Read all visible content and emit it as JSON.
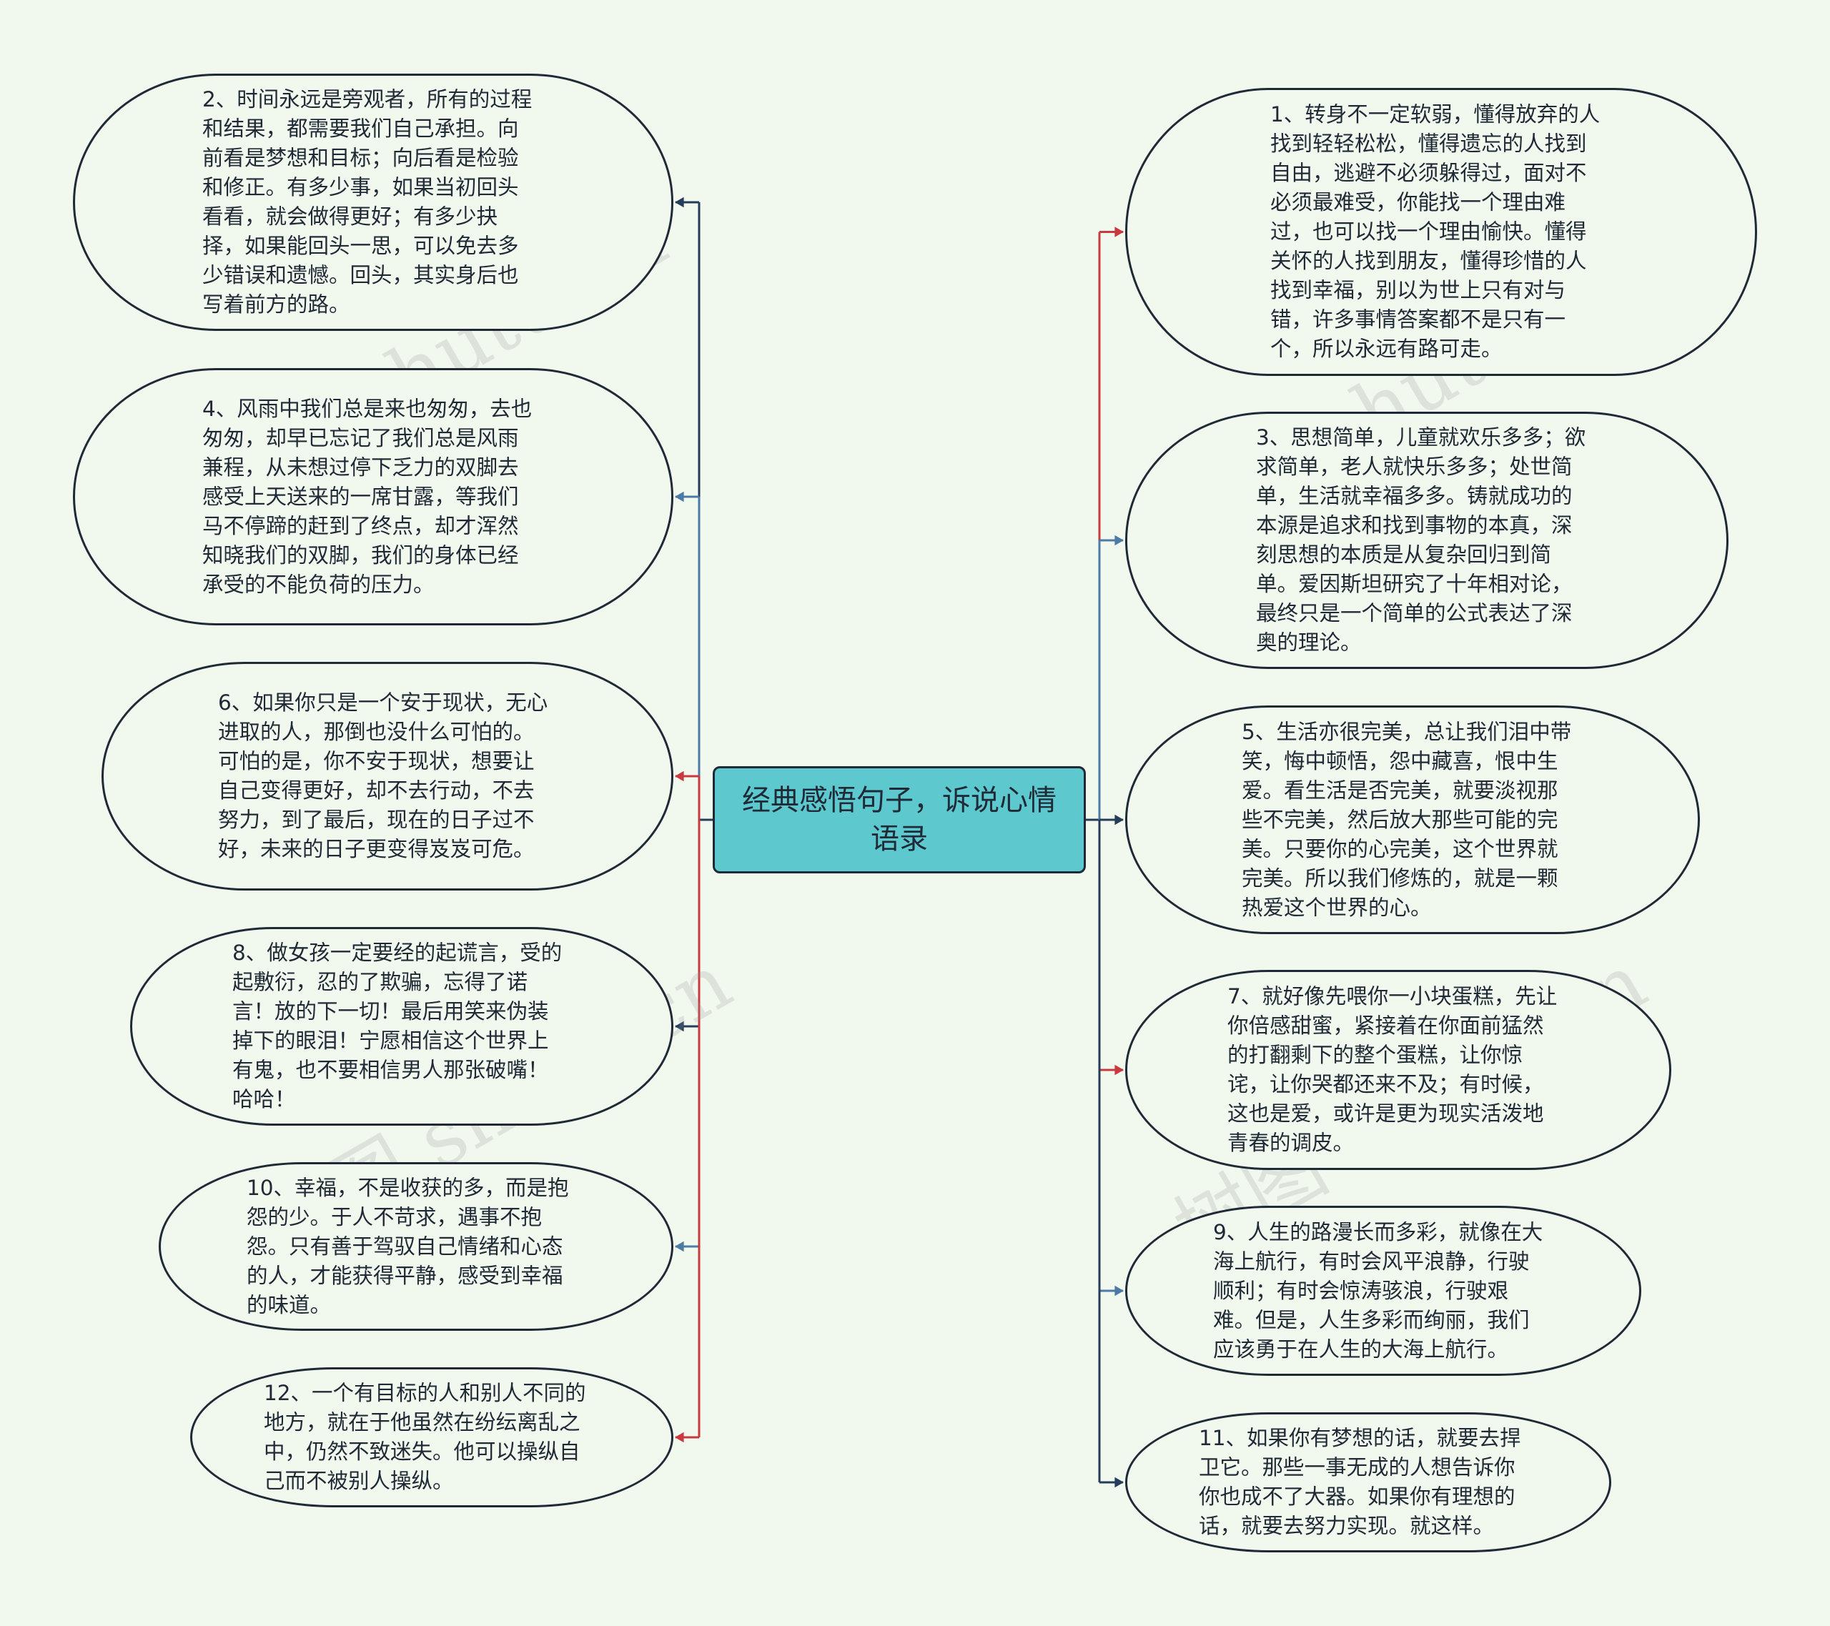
{
  "center": {
    "label": "经典感悟句子，诉说心情语录"
  },
  "left_nodes": [
    {
      "text": "2、时间永远是旁观者，所有的过程和结果，都需要我们自己承担。向前看是梦想和目标；向后看是检验和修正。有多少事，如果当初回头看看，就会做得更好；有多少抉择，如果能回头一思，可以免去多少错误和遗憾。回头，其实身后也写着前方的路。",
      "link_color": "#253c5a"
    },
    {
      "text": "4、风雨中我们总是来也匆匆，去也匆匆，却早已忘记了我们总是风雨兼程，从未想过停下乏力的双脚去感受上天送来的一席甘露，等我们马不停蹄的赶到了终点，却才浑然知晓我们的双脚，我们的身体已经承受的不能负荷的压力。",
      "link_color": "#4a7aa5"
    },
    {
      "text": "6、如果你只是一个安于现状，无心进取的人，那倒也没什么可怕的。可怕的是，你不安于现状，想要让自己变得更好，却不去行动，不去努力，到了最后，现在的日子过不好，未来的日子更变得岌岌可危。",
      "link_color": "#c83a3f"
    },
    {
      "text": "8、做女孩一定要经的起谎言，受的起敷衍，忍的了欺骗，忘得了诺言！放的下一切！最后用笑来伪装掉下的眼泪！宁愿相信这个世界上有鬼，也不要相信男人那张破嘴！哈哈！",
      "link_color": "#253c5a"
    },
    {
      "text": "10、幸福，不是收获的多，而是抱怨的少。于人不苛求，遇事不抱怨。只有善于驾驭自己情绪和心态的人，才能获得平静，感受到幸福的味道。",
      "link_color": "#4a7aa5"
    },
    {
      "text": "12、一个有目标的人和别人不同的地方，就在于他虽然在纷纭离乱之中，仍然不致迷失。他可以操纵自己而不被别人操纵。",
      "link_color": "#c83a3f"
    }
  ],
  "right_nodes": [
    {
      "text": "1、转身不一定软弱，懂得放弃的人找到轻轻松松，懂得遗忘的人找到自由，逃避不必须躲得过，面对不必须最难受，你能找一个理由难过，也可以找一个理由愉快。懂得关怀的人找到朋友，懂得珍惜的人找到幸福，别以为世上只有对与错，许多事情答案都不是只有一个，所以永远有路可走。",
      "link_color": "#c83a3f"
    },
    {
      "text": "3、思想简单，儿童就欢乐多多；欲求简单，老人就快乐多多；处世简单，生活就幸福多多。铸就成功的本源是追求和找到事物的本真，深刻思想的本质是从复杂回归到简单。爱因斯坦研究了十年相对论，最终只是一个简单的公式表达了深奥的理论。",
      "link_color": "#4a7aa5"
    },
    {
      "text": "5、生活亦很完美，总让我们泪中带笑，悔中顿悟，怨中藏喜，恨中生爱。看生活是否完美，就要淡视那些不完美，然后放大那些可能的完美。只要你的心完美，这个世界就完美。所以我们修炼的，就是一颗热爱这个世界的心。",
      "link_color": "#253c5a"
    },
    {
      "text": "7、就好像先喂你一小块蛋糕，先让你倍感甜蜜，紧接着在你面前猛然的打翻剩下的整个蛋糕，让你惊诧，让你哭都还来不及；有时候，这也是爱，或许是更为现实活泼地青春的调皮。",
      "link_color": "#c83a3f"
    },
    {
      "text": "9、人生的路漫长而多彩，就像在大海上航行，有时会风平浪静，行驶顺利；有时会惊涛骇浪，行驶艰难。但是，人生多彩而绚丽，我们应该勇于在人生的大海上航行。",
      "link_color": "#4a7aa5"
    },
    {
      "text": "11、如果你有梦想的话，就要去捍卫它。那些一事无成的人想告诉你你也成不了大器。如果你有理想的话，就要去努力实现。就这样。",
      "link_color": "#253c5a"
    }
  ],
  "watermark": {
    "text": "树图 shutu.cn"
  }
}
